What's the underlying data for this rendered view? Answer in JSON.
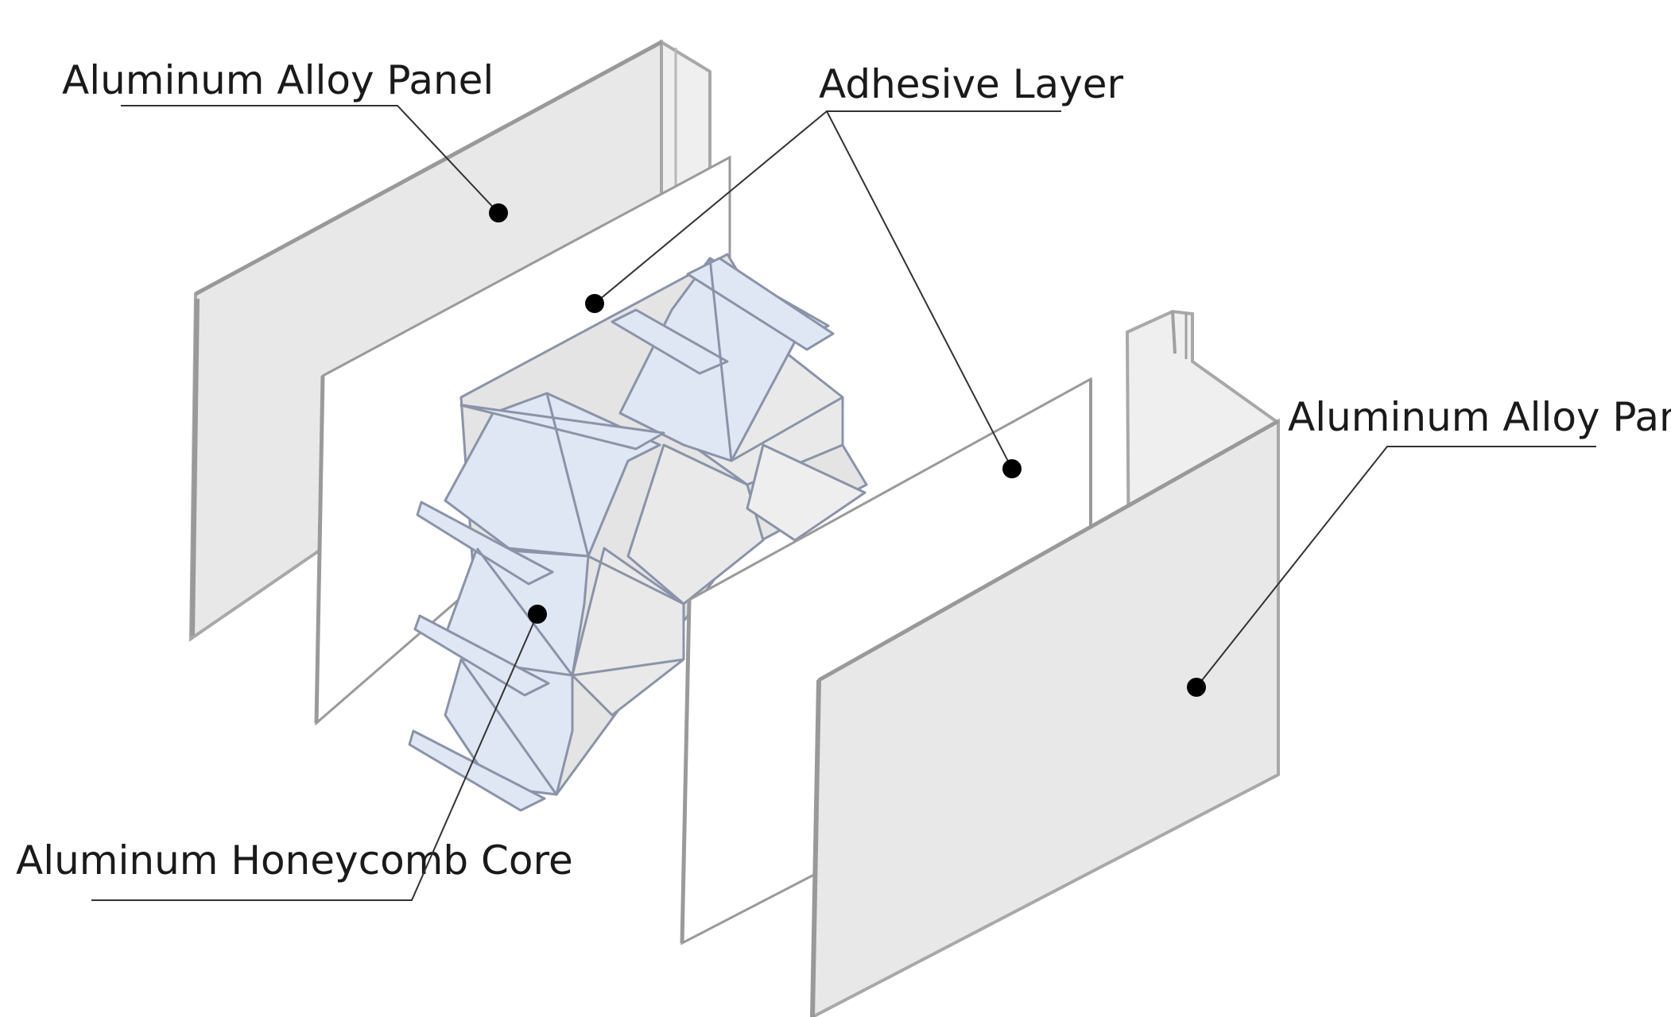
{
  "labels": {
    "panel_top_left": "Aluminum Alloy Panel",
    "adhesive_layer": "Adhesive Layer",
    "panel_right": "Aluminum Alloy Panel",
    "honeycomb_core": "Aluminum Honeycomb Core"
  },
  "colors": {
    "panel_fill": "#e8e8e8",
    "panel_edge": "#a8a8a8",
    "adhesive_fill": "#ffffff",
    "honeycomb_face": "#dfe7f4",
    "honeycomb_side": "#e6e6e6",
    "honeycomb_stroke": "#8a93a8",
    "leader_line": "#333333",
    "marker": "#000000"
  }
}
